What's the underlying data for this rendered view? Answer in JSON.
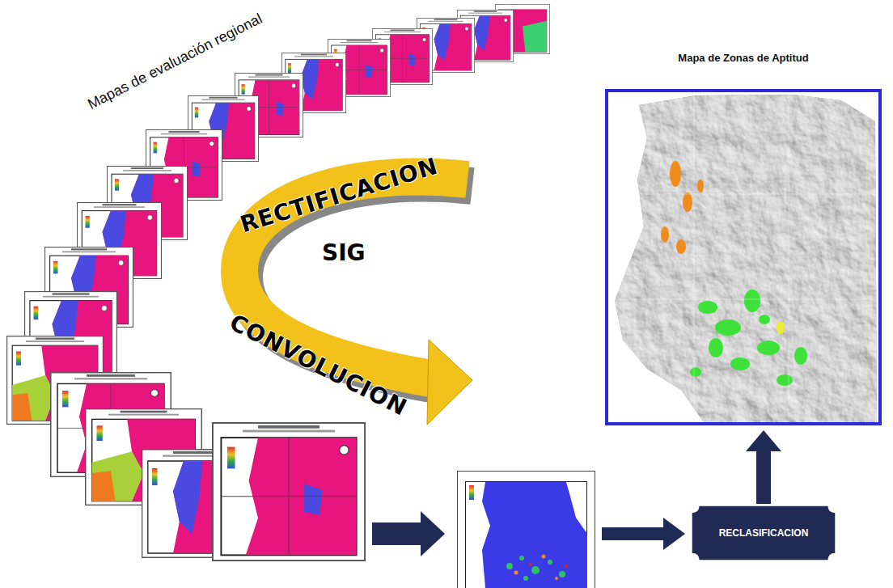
{
  "diagram": {
    "nodes": [
      {
        "text": [
          "Mapas de evaluación regional"
        ]
      },
      {
        "text": [
          "Mapa de Zonas de Aptitud"
        ]
      },
      {
        "text": [
          "RECLASIFICACION"
        ]
      }
    ],
    "edges": [
      {
        "from": 2,
        "to": 1,
        "arrow": "to"
      }
    ],
    "labels": [
      "RECTIFICACION",
      "SIG",
      "CONVOLUCION"
    ]
  }
}
